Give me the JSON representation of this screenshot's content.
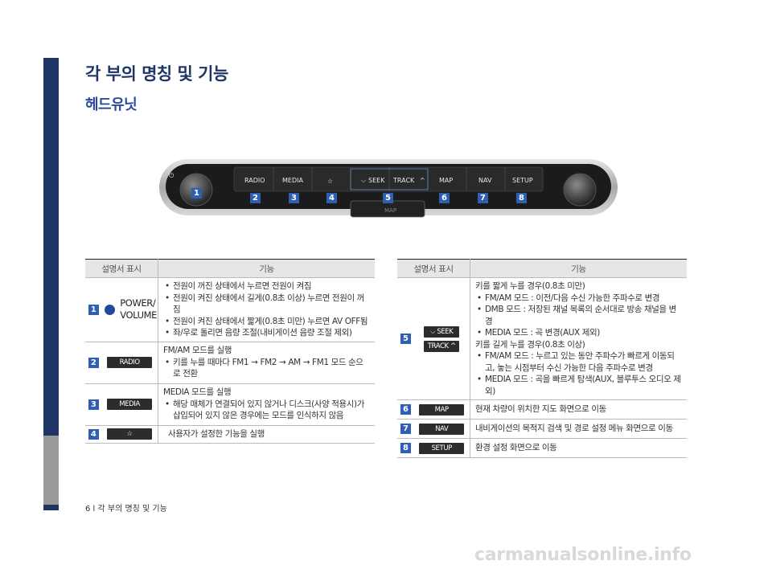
{
  "page": {
    "title": "각 부의 명칭 및 기능",
    "subtitle": "헤드유닛",
    "footer": "6 l 각 부의 명칭 및 기능",
    "watermark": "carmanualsonline.info"
  },
  "panel": {
    "buttons": [
      "RADIO",
      "MEDIA",
      "☆",
      "SEEK",
      "TRACK",
      "MAP",
      "NAV",
      "SETUP"
    ],
    "slot_label": "MAP",
    "callouts": [
      "1",
      "2",
      "3",
      "4",
      "5",
      "6",
      "7",
      "8"
    ]
  },
  "colors": {
    "navy": "#1f3566",
    "callout_blue": "#2f5fb2",
    "chip": "#2c2c2c"
  },
  "table_left": {
    "headers": [
      "설명서 표시",
      "기능"
    ],
    "rows": [
      {
        "num": "1",
        "label": "POWER/ VOLUME",
        "icon": "power-knob-icon",
        "lines": [
          "전원이 꺼진 상태에서 누르면 전원이 켜짐",
          "전원이 켜진 상태에서 길게(0.8초 이상) 누르면 전원이 꺼짐",
          "전원이 켜진 상태에서 짧게(0.8초 미만) 누르면 AV OFF됨",
          "좌/우로 돌리면 음량 조절(내비게이션 음량 조절 제외)"
        ]
      },
      {
        "num": "2",
        "label": "RADIO",
        "intro": "FM/AM 모드를 실행",
        "lines": [
          "키를 누를 때마다 FM1 → FM2 → AM → FM1 모드 순으로 전환"
        ]
      },
      {
        "num": "3",
        "label": "MEDIA",
        "intro": "MEDIA 모드를 실행",
        "lines": [
          "해당 매체가 연결되어 있지 않거나 디스크(사양 적용시)가 삽입되어 있지 않은 경우에는 모드를 인식하지 않음"
        ]
      },
      {
        "num": "4",
        "label": "☆",
        "intro": "사용자가 설정한 기능을 실행"
      }
    ]
  },
  "table_right": {
    "headers": [
      "설명서 표시",
      "기능"
    ],
    "rows": [
      {
        "num": "5",
        "labels": [
          "SEEK",
          "TRACK"
        ],
        "short_intro": "키를 짧게 누를 경우(0.8초 미만)",
        "short_lines": [
          "FM/AM 모드 : 이전/다음 수신 가능한 주파수로 변경",
          "DMB 모드 : 저장된 채널 목록의 순서대로 방송 채널을 변경",
          "MEDIA 모드 : 곡 변경(AUX 제외)"
        ],
        "long_intro": "키를 길게 누를 경우(0.8초 이상)",
        "long_lines": [
          "FM/AM 모드 : 누르고 있는 동안 주파수가 빠르게 이동되고, 놓는 시점부터 수신 가능한 다음 주파수로 변경",
          "MEDIA 모드 : 곡을 빠르게 탐색(AUX, 블루투스 오디오 제외)"
        ]
      },
      {
        "num": "6",
        "label": "MAP",
        "intro": "현재 차량이 위치한 지도 화면으로 이동"
      },
      {
        "num": "7",
        "label": "NAV",
        "intro": "내비게이션의 목적지 검색 및 경로 설정 메뉴 화면으로 이동"
      },
      {
        "num": "8",
        "label": "SETUP",
        "intro": "환경 설정 화면으로 이동"
      }
    ]
  }
}
